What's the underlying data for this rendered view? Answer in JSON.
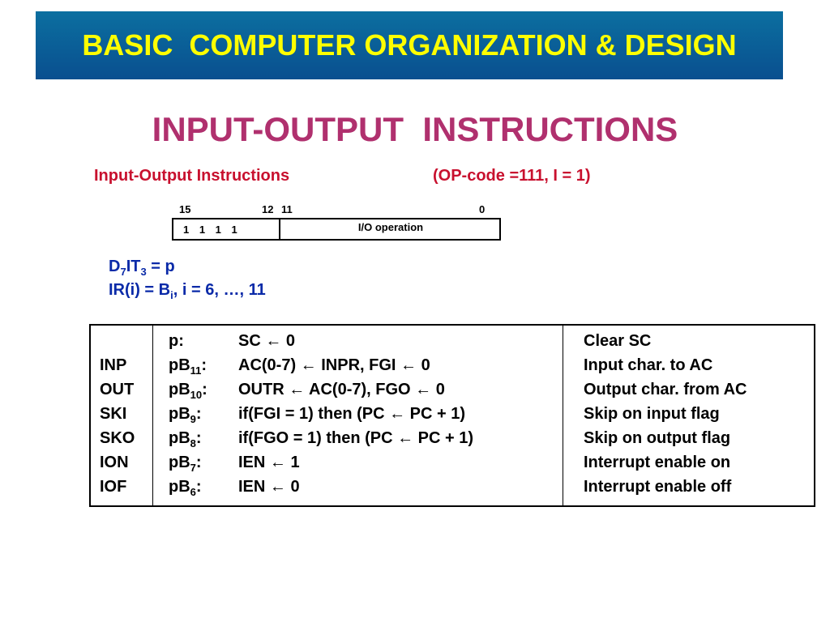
{
  "header": {
    "title": "BASIC  COMPUTER ORGANIZATION & DESIGN"
  },
  "slide": {
    "title": "INPUT-OUTPUT  INSTRUCTIONS"
  },
  "subtitle": {
    "left": "Input-Output Instructions",
    "right": "(OP-code =111, I = 1)"
  },
  "format": {
    "bit_labels": [
      "15",
      "12",
      "11",
      "0"
    ],
    "opcode_bits": "1 1 1 1",
    "io_field": "I/O operation"
  },
  "equations": {
    "eq1": {
      "p1": "D",
      "s1": "7",
      "p2": "IT",
      "s2": "3",
      "p3": " = p"
    },
    "eq2": {
      "p1": "IR(i) = B",
      "s1": "i",
      "p2": ", i = 6, …, 11"
    }
  },
  "table": {
    "rows": [
      {
        "mnemonic": "",
        "cond": "p",
        "cond_sub": "",
        "op": "SC ← 0",
        "desc": "Clear SC"
      },
      {
        "mnemonic": "INP",
        "cond": "pB",
        "cond_sub": "11",
        "op": "AC(0-7) ← INPR, FGI ← 0",
        "desc": "Input char. to AC"
      },
      {
        "mnemonic": "OUT",
        "cond": "pB",
        "cond_sub": "10",
        "op": "OUTR ← AC(0-7), FGO ← 0",
        "desc": "Output char. from AC"
      },
      {
        "mnemonic": "SKI",
        "cond": "pB",
        "cond_sub": "9",
        "op": "if(FGI = 1) then (PC ← PC + 1)",
        "desc": "Skip on input flag"
      },
      {
        "mnemonic": "SKO",
        "cond": "pB",
        "cond_sub": "8",
        "op": "if(FGO = 1) then (PC ← PC + 1)",
        "desc": "Skip on output flag"
      },
      {
        "mnemonic": "ION",
        "cond": "pB",
        "cond_sub": "7",
        "op": "IEN ← 1",
        "desc": "Interrupt enable on"
      },
      {
        "mnemonic": "IOF",
        "cond": "pB",
        "cond_sub": "6",
        "op": "IEN ← 0",
        "desc": "Interrupt enable off"
      }
    ]
  }
}
